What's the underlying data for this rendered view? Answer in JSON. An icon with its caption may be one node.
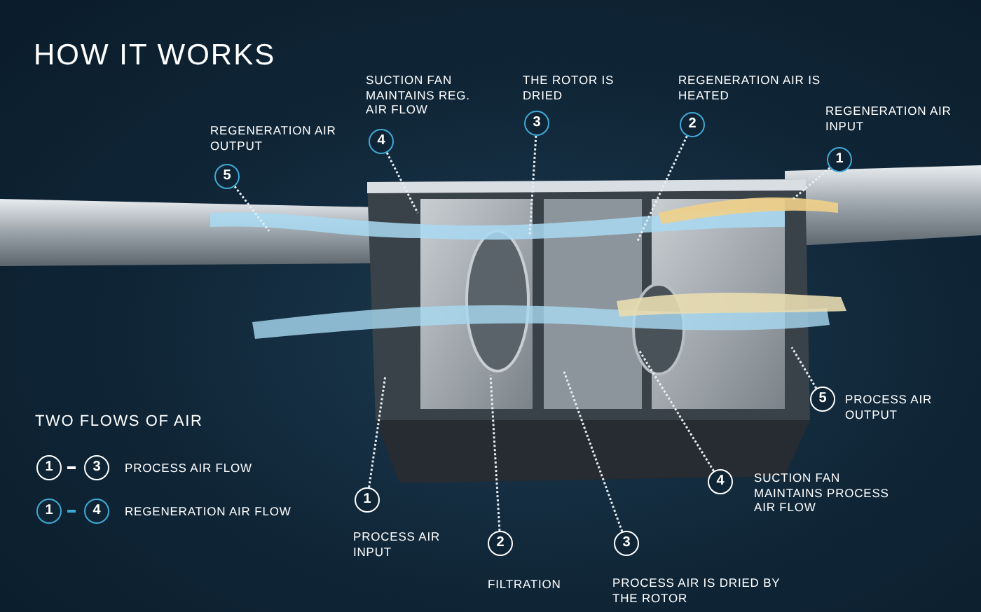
{
  "diagram": {
    "title": "HOW IT WORKS",
    "nodes": [
      {
        "text": [
          "5"
        ],
        "beside": [
          "REGENERATION AIR OUTPUT"
        ]
      },
      {
        "text": [
          "4"
        ],
        "beside": [
          "SUCTION FAN MAINTAINS REG. AIR FLOW"
        ]
      },
      {
        "text": [
          "3"
        ],
        "beside": [
          "THE ROTOR IS DRIED"
        ]
      },
      {
        "text": [
          "2"
        ],
        "beside": [
          "REGENERATION AIR IS HEATED"
        ]
      },
      {
        "text": [
          "1"
        ],
        "beside": [
          "REGENERATION AIR INPUT"
        ]
      },
      {
        "text": [
          "5"
        ],
        "beside": [
          "PROCESS AIR OUTPUT"
        ]
      },
      {
        "text": [
          "4"
        ],
        "beside": [
          "SUCTION FAN MAINTAINS PROCESS AIR FLOW"
        ]
      },
      {
        "text": [
          "1"
        ],
        "beside": [
          "PROCESS AIR INPUT"
        ]
      },
      {
        "text": [
          "2"
        ],
        "beside": [
          "FILTRATION"
        ]
      },
      {
        "text": [
          "3"
        ],
        "beside": [
          "PROCESS AIR IS DRIED BY THE ROTOR"
        ]
      }
    ],
    "edges": [
      {
        "from": 0,
        "to": null,
        "arrow": "none",
        "style": "dashed"
      },
      {
        "from": 1,
        "to": null,
        "arrow": "none",
        "style": "dashed"
      },
      {
        "from": 2,
        "to": null,
        "arrow": "none",
        "style": "dashed"
      },
      {
        "from": 3,
        "to": null,
        "arrow": "none",
        "style": "dashed"
      },
      {
        "from": 4,
        "to": null,
        "arrow": "none",
        "style": "dashed"
      },
      {
        "from": 5,
        "to": null,
        "arrow": "none",
        "style": "dashed"
      },
      {
        "from": 6,
        "to": null,
        "arrow": "none",
        "style": "dashed"
      },
      {
        "from": 7,
        "to": null,
        "arrow": "none",
        "style": "dashed"
      },
      {
        "from": 8,
        "to": null,
        "arrow": "none",
        "style": "dashed"
      },
      {
        "from": 9,
        "to": null,
        "arrow": "none",
        "style": "dashed"
      }
    ],
    "labels": [
      "TWO FLOWS OF AIR",
      "1",
      "3",
      "1",
      "4"
    ],
    "legend": [
      {
        "text": "PROCESS AIR FLOW"
      },
      {
        "text": "REGENERATION AIR FLOW"
      }
    ]
  }
}
